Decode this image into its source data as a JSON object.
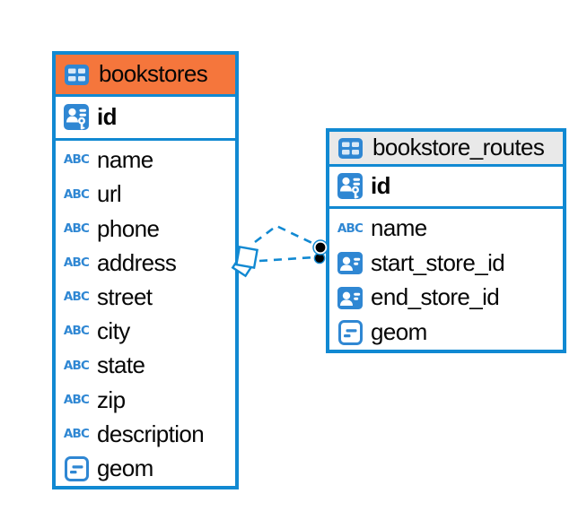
{
  "canvas": {
    "kind": "entity-relationship-diagram",
    "background": "#ffffff"
  },
  "colors": {
    "table_border": "#1189D2",
    "icon_blue": "#2F87D3",
    "bookstores_header": "#F5763C",
    "bookstore_routes_header": "#E9E9E9",
    "connector": "#1189D2",
    "endpoint_dot": "#000000",
    "text": "#060606"
  },
  "icons": {
    "text_type_glyph": "ABC"
  },
  "tables": [
    {
      "name": "bookstores",
      "header_color": "#F5763C",
      "primary_key": {
        "label": "id",
        "icon": "primary-key-icon"
      },
      "columns": [
        {
          "label": "name",
          "type_icon": "text-type-icon"
        },
        {
          "label": "url",
          "type_icon": "text-type-icon"
        },
        {
          "label": "phone",
          "type_icon": "text-type-icon"
        },
        {
          "label": "address",
          "type_icon": "text-type-icon"
        },
        {
          "label": "street",
          "type_icon": "text-type-icon"
        },
        {
          "label": "city",
          "type_icon": "text-type-icon"
        },
        {
          "label": "state",
          "type_icon": "text-type-icon"
        },
        {
          "label": "zip",
          "type_icon": "text-type-icon"
        },
        {
          "label": "description",
          "type_icon": "text-type-icon"
        },
        {
          "label": "geom",
          "type_icon": "geometry-type-icon"
        }
      ]
    },
    {
      "name": "bookstore_routes",
      "header_color": "#E9E9E9",
      "primary_key": {
        "label": "id",
        "icon": "primary-key-icon"
      },
      "columns": [
        {
          "label": "name",
          "type_icon": "text-type-icon"
        },
        {
          "label": "start_store_id",
          "type_icon": "reference-type-icon"
        },
        {
          "label": "end_store_id",
          "type_icon": "reference-type-icon"
        },
        {
          "label": "geom",
          "type_icon": "geometry-type-icon"
        }
      ]
    }
  ],
  "relationship": {
    "from_table": "bookstores",
    "to_table": "bookstore_routes",
    "line_style": "dashed",
    "line_count": 2,
    "source_marker": "diamond",
    "target_marker": "filled-dots"
  }
}
